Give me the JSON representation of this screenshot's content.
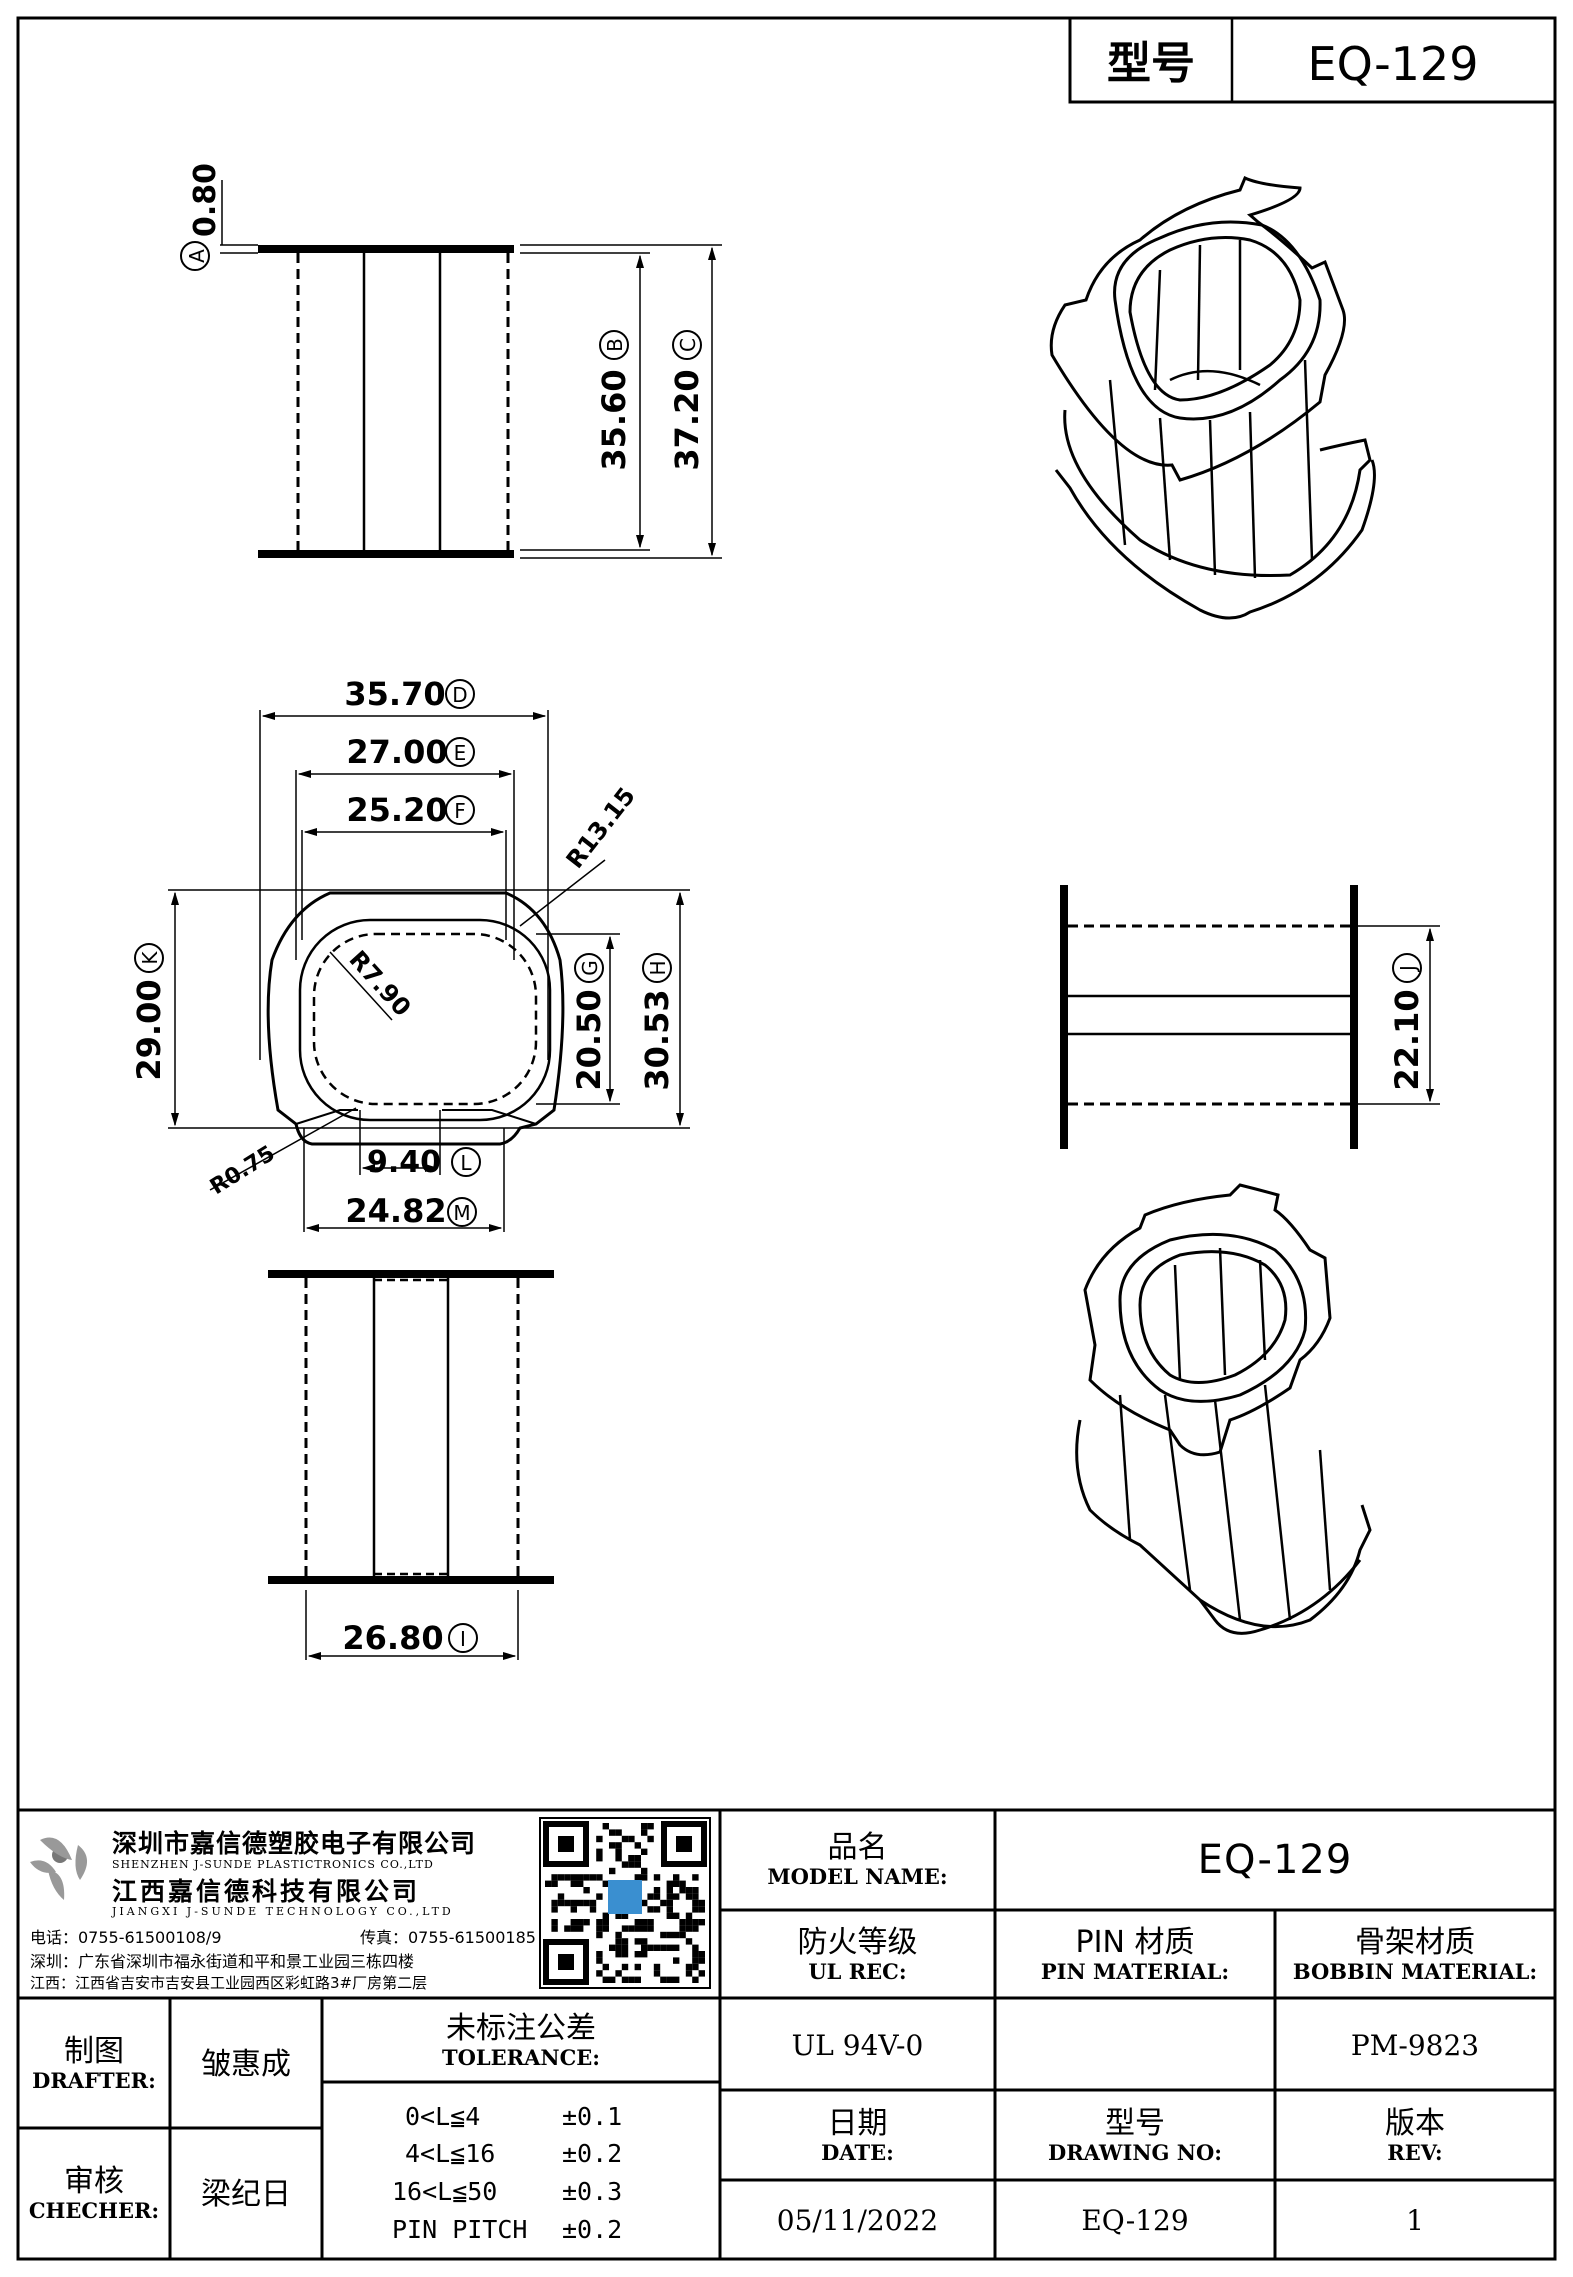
{
  "header": {
    "label": "型号",
    "model": "EQ-129"
  },
  "dimensions": {
    "A": "0.80",
    "B": "35.60",
    "C": "37.20",
    "D": "35.70",
    "E": "27.00",
    "F": "25.20",
    "G": "20.50",
    "H": "30.53",
    "K": "29.00",
    "L": "9.40",
    "M": "24.82",
    "I": "26.80",
    "J": "22.10",
    "r_outer": "R13.15",
    "r_inner": "R7.90",
    "r_small": "R0.75"
  },
  "markers": {
    "A": "A",
    "B": "B",
    "C": "C",
    "D": "D",
    "E": "E",
    "F": "F",
    "G": "G",
    "H": "H",
    "K": "K",
    "L": "L",
    "M": "M",
    "I": "I",
    "J": "J"
  },
  "company": {
    "name_cn": "深圳市嘉信德塑胶电子有限公司",
    "name_en": "SHENZHEN J-SUNDE PLASTICTRONICS CO.,LTD",
    "name2_cn": "江西嘉信德科技有限公司",
    "name2_en": "JIANGXI J-SUNDE TECHNOLOGY CO.,LTD",
    "tel": "电话：0755-61500108/9",
    "fax": "传真：0755-61500185",
    "addr_sz": "深圳：广东省深圳市福永街道和平和景工业园三栋四楼",
    "addr_jx": "江西：江西省吉安市吉安县工业园西区彩虹路3#厂房第二层"
  },
  "title_block": {
    "model_name_cn": "品名",
    "model_name_en": "MODEL NAME:",
    "model_name_value": "EQ-129",
    "ul_cn": "防火等级",
    "ul_en": "UL REC:",
    "ul_value": "UL 94V-0",
    "pin_cn": "PIN 材质",
    "pin_en": "PIN MATERIAL:",
    "pin_value": "",
    "bobbin_cn": "骨架材质",
    "bobbin_en": "BOBBIN MATERIAL:",
    "bobbin_value": "PM-9823",
    "date_cn": "日期",
    "date_en": "DATE:",
    "date_value": "05/11/2022",
    "drawing_cn": "型号",
    "drawing_en": "DRAWING NO:",
    "drawing_value": "EQ-129",
    "rev_cn": "版本",
    "rev_en": "REV:",
    "rev_value": "1",
    "drafter_cn": "制图",
    "drafter_en": "DRAFTER:",
    "drafter_name": "皱惠成",
    "checker_cn": "审核",
    "checker_en": "CHECHER:",
    "checker_name": "梁纪日",
    "tol_cn": "未标注公差",
    "tol_en": "TOLERANCE:",
    "tolerances": [
      {
        "range": "0<L≦4",
        "value": "±0.1"
      },
      {
        "range": "4<L≦16",
        "value": "±0.2"
      },
      {
        "range": "16<L≦50",
        "value": "±0.3"
      },
      {
        "range": "PIN PITCH",
        "value": "±0.2"
      }
    ]
  }
}
